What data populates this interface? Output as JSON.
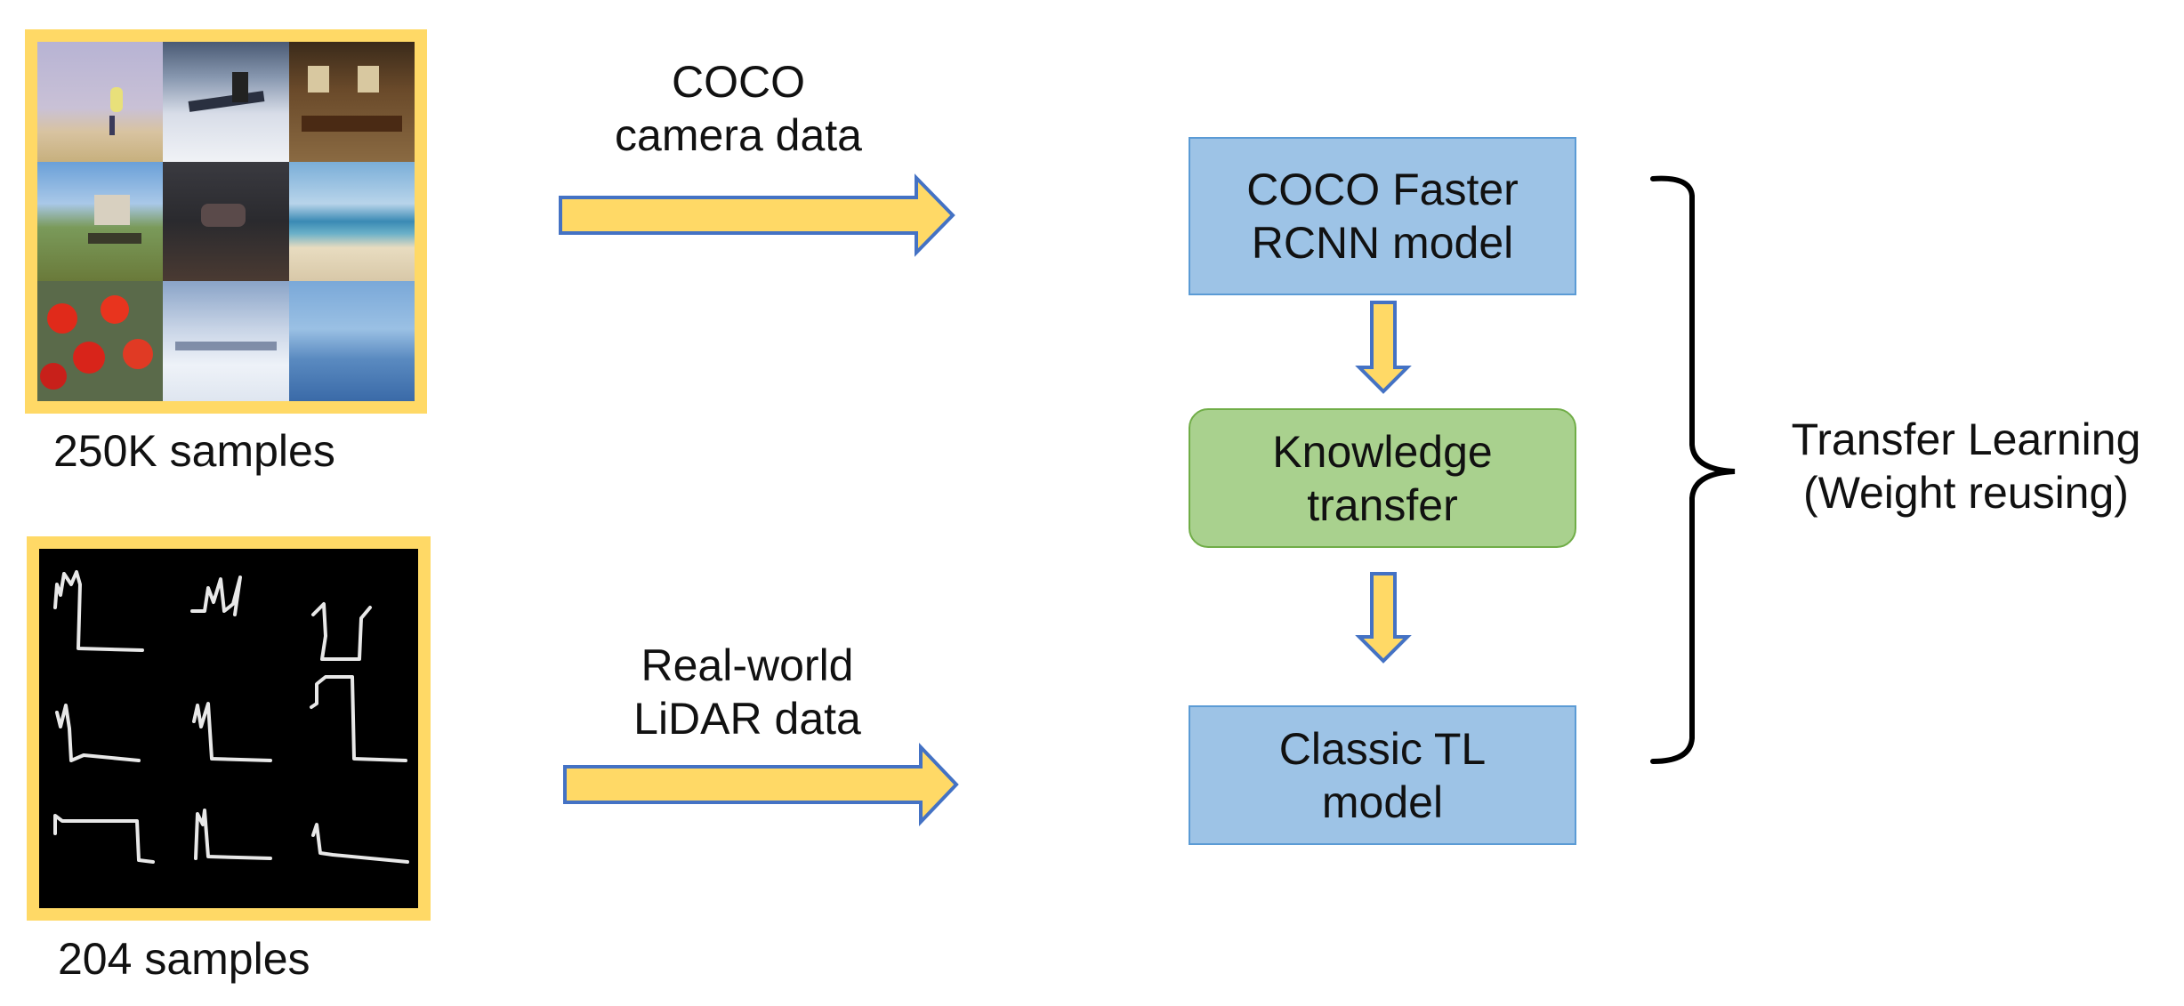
{
  "panels": {
    "coco": {
      "caption": "250K samples"
    },
    "lidar": {
      "caption": "204 samples"
    }
  },
  "arrows": {
    "coco": {
      "line1": "COCO",
      "line2": "camera data"
    },
    "lidar": {
      "line1": "Real-world",
      "line2": "LiDAR data"
    }
  },
  "boxes": {
    "faster_rcnn": {
      "line1": "COCO Faster",
      "line2": "RCNN model"
    },
    "knowledge": {
      "line1": "Knowledge",
      "line2": "transfer"
    },
    "classic_tl": {
      "line1": "Classic TL",
      "line2": "model"
    }
  },
  "brace_label": {
    "line1": "Transfer Learning",
    "line2": "(Weight reusing)"
  },
  "colors": {
    "arrow_fill": "#ffd966",
    "arrow_stroke": "#4472c4",
    "blue_box": "#9dc3e6",
    "green_box": "#a9d18e",
    "panel_border": "#ffd966",
    "lidar_background": "#000000"
  }
}
